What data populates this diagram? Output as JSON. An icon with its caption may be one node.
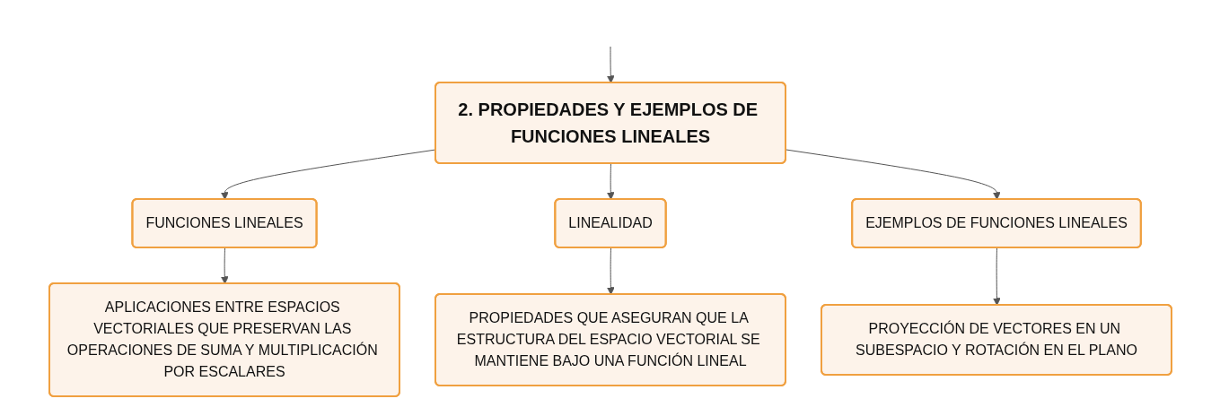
{
  "diagram": {
    "nodes": [
      {
        "text": [
          "2. PROPIEDADES Y EJEMPLOS DE FUNCIONES LINEALES"
        ]
      },
      {
        "text": [
          "FUNCIONES LINEALES"
        ]
      },
      {
        "text": [
          "LINEALIDAD"
        ]
      },
      {
        "text": [
          "EJEMPLOS DE FUNCIONES LINEALES"
        ]
      },
      {
        "text": [
          "APLICACIONES ENTRE ESPACIOS VECTORIALES QUE PRESERVAN LAS OPERACIONES DE SUMA Y MULTIPLICACIÓN POR ESCALARES"
        ]
      },
      {
        "text": [
          "PROPIEDADES QUE ASEGURAN QUE LA ESTRUCTURA DEL ESPACIO VECTORIAL SE MANTIENE BAJO UNA FUNCIÓN LINEAL"
        ]
      },
      {
        "text": [
          "PROYECCIÓN DE VECTORES EN UN SUBESPACIO Y ROTACIÓN EN EL PLANO"
        ]
      }
    ],
    "edges": [
      {
        "from": null,
        "to": 0,
        "arrow": "to"
      },
      {
        "from": 0,
        "to": 1,
        "arrow": "to"
      },
      {
        "from": 0,
        "to": 2,
        "arrow": "to"
      },
      {
        "from": 0,
        "to": 3,
        "arrow": "to"
      },
      {
        "from": 1,
        "to": 4,
        "arrow": "to"
      },
      {
        "from": 2,
        "to": 5,
        "arrow": "to"
      },
      {
        "from": 3,
        "to": 6,
        "arrow": "to"
      }
    ]
  }
}
